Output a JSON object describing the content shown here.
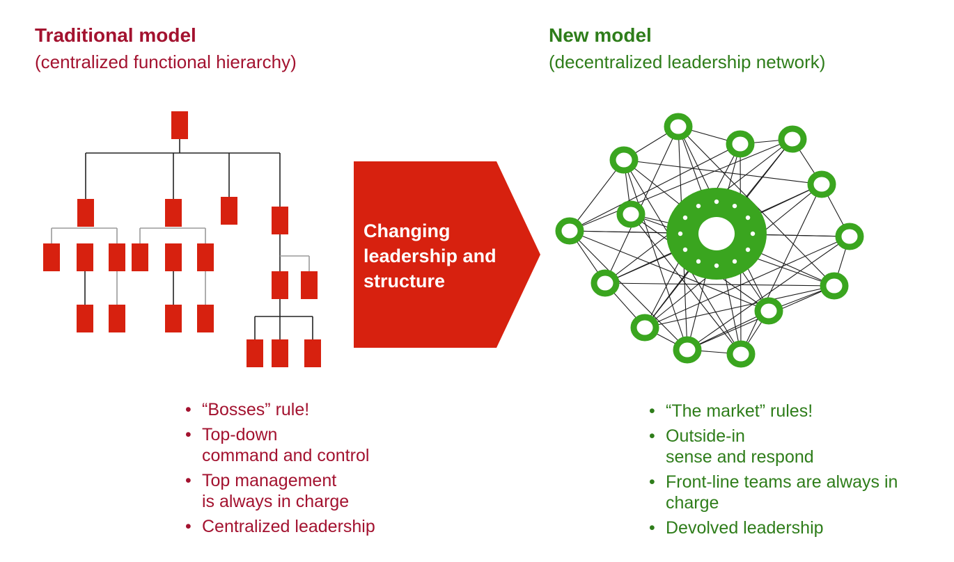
{
  "left": {
    "title": "Traditional model",
    "subtitle": "(centralized functional hierarchy)",
    "bullets": [
      {
        "lines": [
          "“Bosses” rule!"
        ]
      },
      {
        "lines": [
          "Top-down",
          "command and control"
        ]
      },
      {
        "lines": [
          "Top management",
          "is always in charge"
        ]
      },
      {
        "lines": [
          "Centralized leadership"
        ]
      }
    ]
  },
  "arrow": {
    "lines": [
      "Changing",
      "leadership and",
      "structure"
    ]
  },
  "right": {
    "title": "New model",
    "subtitle": "(decentralized leadership network)",
    "bullets": [
      {
        "lines": [
          "“The market” rules!"
        ]
      },
      {
        "lines": [
          "Outside-in",
          "sense and respond"
        ]
      },
      {
        "lines": [
          "Front-line teams are always in",
          "charge"
        ]
      },
      {
        "lines": [
          "Devolved leadership"
        ]
      }
    ]
  },
  "colors": {
    "traditional": "#a3122f",
    "box": "#d7210f",
    "arrow": "#d7210f",
    "network": "#3aa51f",
    "new_model": "#2e7d1a"
  }
}
